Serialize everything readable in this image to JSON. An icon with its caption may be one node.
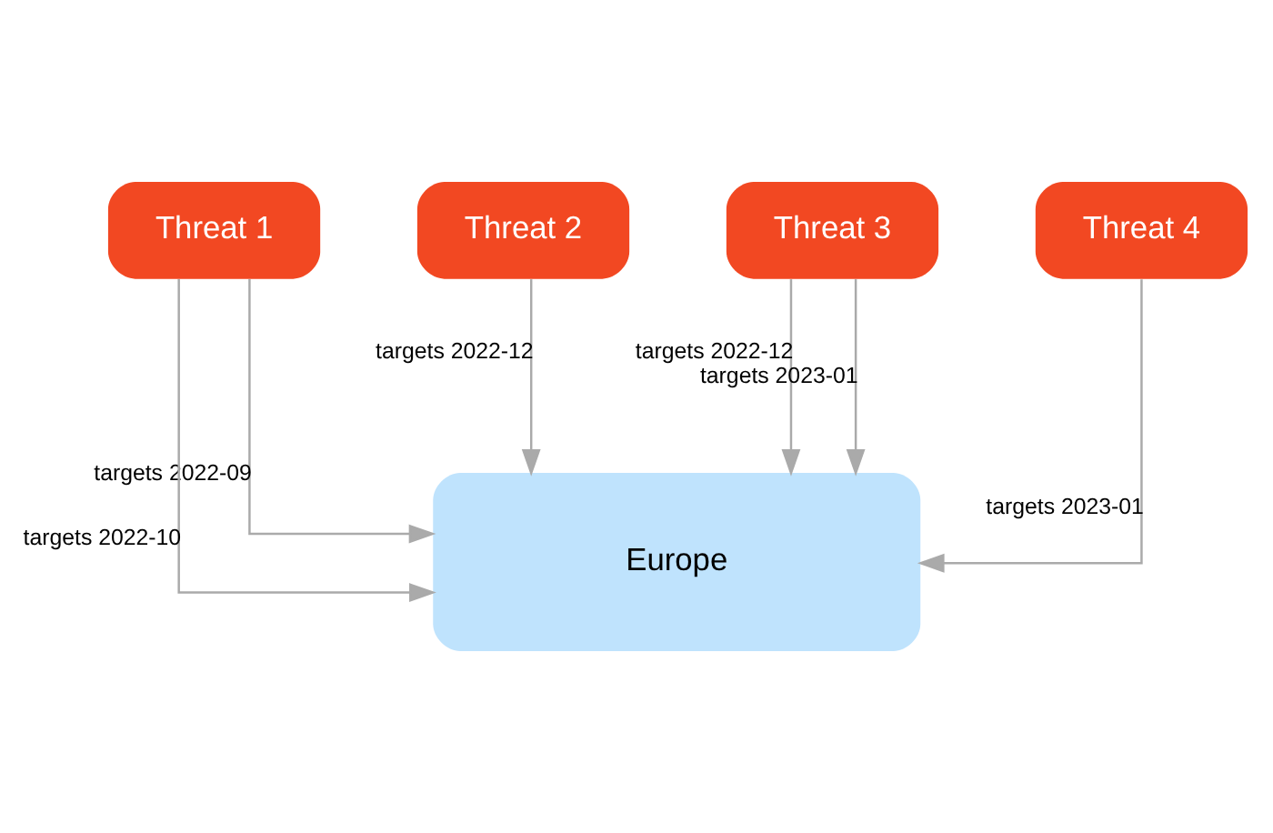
{
  "diagram": {
    "nodes": [
      {
        "text": [
          "Threat 1"
        ]
      },
      {
        "text": [
          "Threat 2"
        ]
      },
      {
        "text": [
          "Threat 3"
        ]
      },
      {
        "text": [
          "Threat 4"
        ]
      },
      {
        "text": [
          "Europe"
        ]
      }
    ],
    "edges": [
      {
        "from": 0,
        "to": 4,
        "arrow": "to",
        "label": "targets 2022-09"
      },
      {
        "from": 0,
        "to": 4,
        "arrow": "to",
        "label": "targets 2022-10"
      },
      {
        "from": 1,
        "to": 4,
        "arrow": "to",
        "label": "targets 2022-12"
      },
      {
        "from": 2,
        "to": 4,
        "arrow": "to",
        "label": "targets 2022-12"
      },
      {
        "from": 2,
        "to": 4,
        "arrow": "to",
        "label": "targets 2023-01"
      },
      {
        "from": 3,
        "to": 4,
        "arrow": "to",
        "label": "targets 2023-01"
      }
    ]
  }
}
